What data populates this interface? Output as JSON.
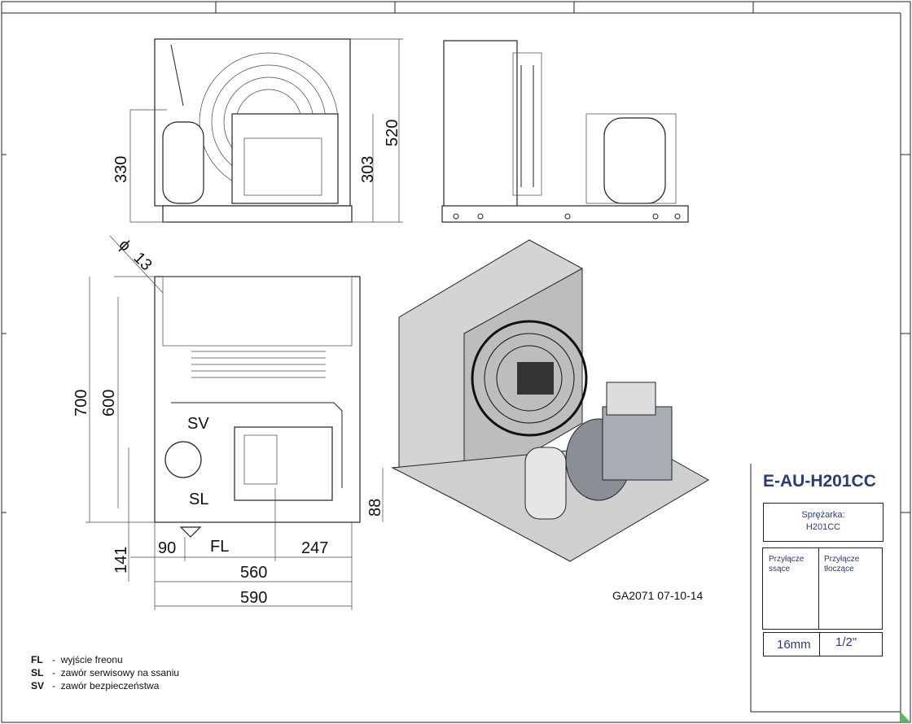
{
  "drawing": {
    "front_view": {
      "height_total": "520",
      "receiver_height": "330",
      "compressor_height": "303"
    },
    "top_view": {
      "depth_total": "700",
      "depth_inner": "600",
      "diameter_symbol": "ϕ",
      "hole_diameter": "13",
      "label_sv": "SV",
      "label_sl": "SL",
      "label_fl": "FL",
      "offset_fl": "90",
      "offset_right": "247",
      "offset_bottom": "141",
      "offset_sl": "88",
      "width_inner": "560",
      "width_total": "590"
    },
    "drawing_code": "GA2071 07-10-14"
  },
  "legend": [
    {
      "code": "FL",
      "text": "wyjście freonu"
    },
    {
      "code": "SL",
      "text": "zawór serwisowy na ssaniu"
    },
    {
      "code": "SV",
      "text": "zawór bezpieczeństwa"
    }
  ],
  "title_block": {
    "model": "E-AU-H201CC",
    "compressor_label": "Sprężarka:",
    "compressor_value": "H201CC",
    "suction_label": "Przyłącze ssące",
    "discharge_label": "Przyłącze tłoczące",
    "suction_value": "16mm",
    "discharge_value": "1/2\""
  },
  "colors": {
    "title": "#2b3a7a",
    "corner": "#5cb85c"
  }
}
